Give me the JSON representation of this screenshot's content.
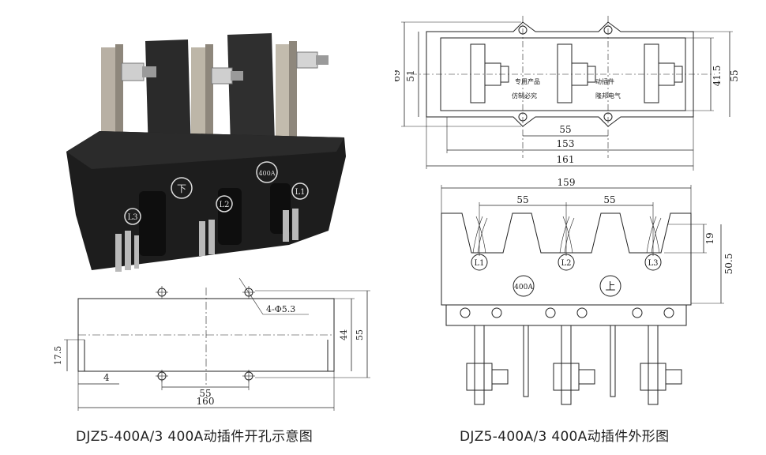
{
  "captions": {
    "left": "DJZ5-400A/3  400A动插件开孔示意图",
    "right": "DJZ5-400A/3  400A动插件外形图"
  },
  "photo": {
    "labels": {
      "l1": "L1",
      "l2": "L2",
      "l3": "L3",
      "rating": "400A",
      "mark": "下"
    }
  },
  "top_view": {
    "dims": {
      "w161": "161",
      "w153": "153",
      "w55": "55",
      "h69": "69",
      "h51": "51",
      "h41_5": "41.5",
      "h55": "55"
    },
    "texts": {
      "t1": "专用产品",
      "t2": "仿制必究",
      "t3": "动插件",
      "t4": "隆邦电气"
    }
  },
  "front_view": {
    "dims": {
      "w159": "159",
      "w55a": "55",
      "w55b": "55",
      "h19": "19",
      "h50_5": "50.5"
    },
    "labels": {
      "l1": "L1",
      "l2": "L2",
      "l3": "L3",
      "rating": "400A",
      "mark": "上"
    }
  },
  "cutout_view": {
    "dims": {
      "w160": "160",
      "w55": "55",
      "w4": "4",
      "h17_5": "17.5",
      "h44": "44",
      "h55": "55",
      "holes": "4-Φ5.3"
    }
  }
}
